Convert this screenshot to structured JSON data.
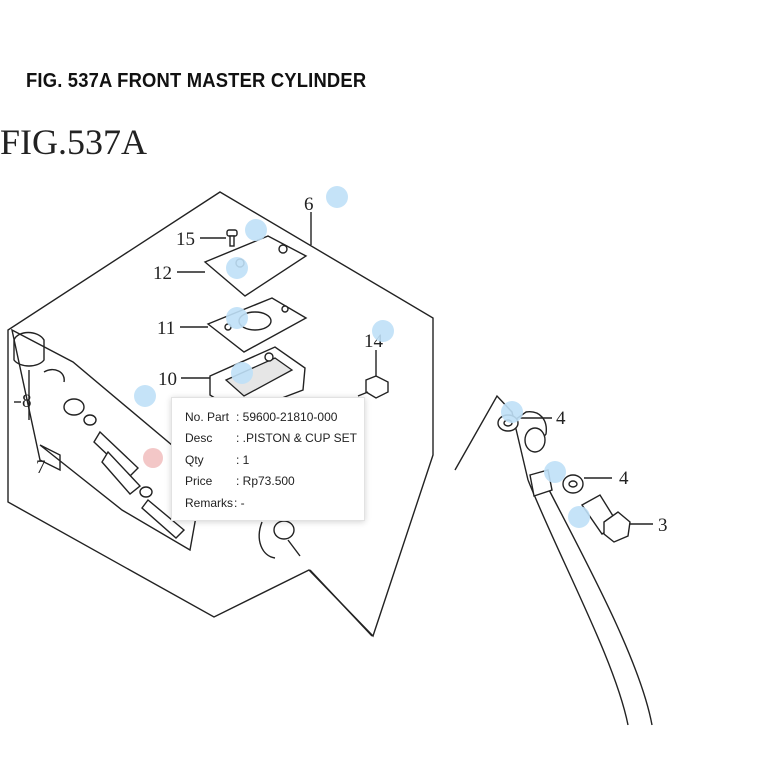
{
  "page": {
    "title": "FIG. 537A FRONT MASTER CYLINDER",
    "figure_label": "FIG.537A"
  },
  "callouts": {
    "c3": "3",
    "c4a": "4",
    "c4b": "4",
    "c6": "6",
    "c7": "7",
    "c8": "8",
    "c10": "10",
    "c11": "11",
    "c12": "12",
    "c14": "14",
    "c15": "15"
  },
  "tooltip": {
    "part_no_label": "No. Part",
    "part_no": ": 59600-21810-000",
    "desc_label": "Desc",
    "desc": ": .PISTON & CUP SET",
    "qty_label": "Qty",
    "qty": ": 1",
    "price_label": "Price",
    "price": ": Rp73.500",
    "remarks_label": "Remarks",
    "remarks": ": -"
  },
  "colors": {
    "hotspot": "#bfe0f7",
    "hotspot_active": "#f2c4c4",
    "line": "#222222"
  }
}
